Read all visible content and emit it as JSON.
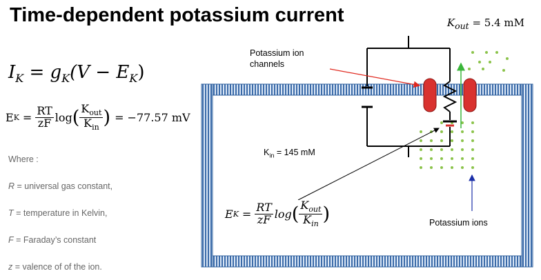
{
  "title": "Time-dependent potassium current",
  "k_out": {
    "symbol": "K",
    "sub": "out",
    "value": "= 5.4 mM"
  },
  "eq_current": {
    "lhs": "I",
    "lhs_sub": "K",
    "rhs": "= g",
    "rhs_sub": "K",
    "paren": "(V − E",
    "paren_sub": "K",
    "close": ")"
  },
  "eq_nernst": {
    "lhs": "E",
    "lhs_sub": "K",
    "eq": "=",
    "num": "RT",
    "den": "zF",
    "log": "log",
    "inner_num": "K",
    "inner_num_sub": "out",
    "inner_den": "K",
    "inner_den_sub": "in",
    "result": "= −77.57 mV"
  },
  "where_label": "Where :",
  "definitions": [
    {
      "sym": "R",
      "text": " = universal gas constant,"
    },
    {
      "sym": "T",
      "text": " = temperature in Kelvin,"
    },
    {
      "sym": "F",
      "text": " = Faraday’s constant"
    },
    {
      "sym": "z",
      "text": " = valence of of the ion."
    }
  ],
  "channels_label_line1": "Potassium ion",
  "channels_label_line2": "channels",
  "k_in": {
    "symbol": "K",
    "sub": "in",
    "value": " = 145 mM"
  },
  "ions_label": "Potassium ions",
  "eq_inset": {
    "lhs": "E",
    "lhs_sub": "K",
    "eq": "=",
    "num": "RT",
    "den": "zF",
    "log": "log",
    "inner_num": "K",
    "inner_num_sub": "out",
    "inner_den": "K",
    "inner_den_sub": "in"
  },
  "colors": {
    "membrane": "#2e5f9c",
    "membrane_light": "#a9c3e6",
    "channel": "#d9322f",
    "ion_dot": "#8bc34a",
    "red_arrow": "#e0281e",
    "green_arrow": "#3ab53a",
    "blue_arrow": "#1b2fa8"
  }
}
